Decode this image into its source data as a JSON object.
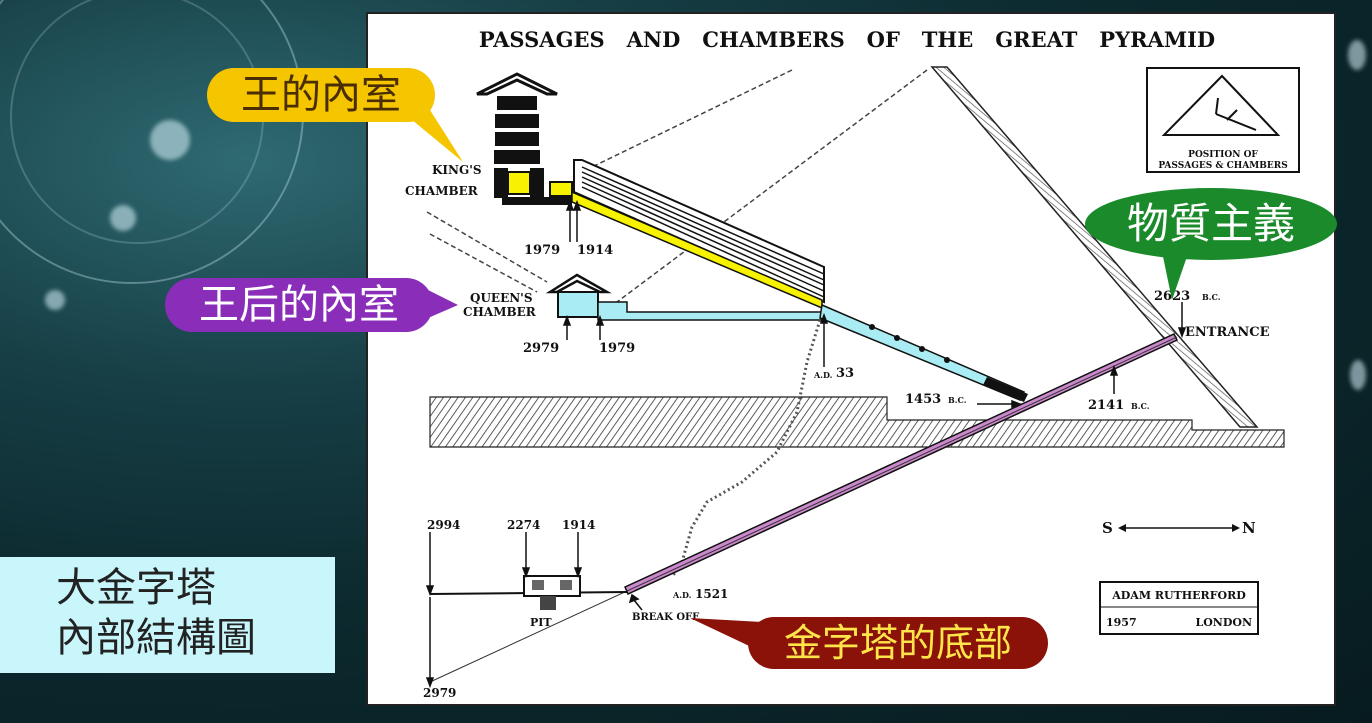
{
  "diagram": {
    "title": "PASSAGES   AND   CHAMBERS   OF   THE   GREAT   PYRAMID",
    "labels": {
      "kings_chamber_1": "KING'S",
      "kings_chamber_2": "CHAMBER",
      "queens_chamber_1": "QUEEN'S",
      "queens_chamber_2": "CHAMBER",
      "entrance": "ENTRANCE",
      "pit": "PIT",
      "break_off": "BREAK OFF",
      "inset_line1": "POSITION OF",
      "inset_line2": "PASSAGES & CHAMBERS",
      "compass_s": "S",
      "compass_n": "N"
    },
    "dates": {
      "kc_1979": "1979",
      "kc_1914": "1914",
      "qc_2979": "2979",
      "qc_1979": "1979",
      "ad33_prefix": "A.D.",
      "ad33": "33",
      "bc1453": "1453",
      "bc1453_suffix": "B.C.",
      "bc2141": "2141",
      "bc2141_suffix": "B.C.",
      "bc2623": "2623",
      "bc2623_suffix": "B.C.",
      "d2994": "2994",
      "d2274": "2274",
      "d1914": "1914",
      "d2979": "2979",
      "ad1521_prefix": "A.D.",
      "ad1521": "1521"
    },
    "credit": {
      "author": "ADAM RUTHERFORD",
      "year": "1957",
      "city": "LONDON"
    }
  },
  "callouts": {
    "kings": {
      "text": "王的內室",
      "color": "#f5c500",
      "text_color": "#4a2d00"
    },
    "queens": {
      "text": "王后的內室",
      "color": "#8a2db8",
      "text_color": "#ffffff"
    },
    "materialism": {
      "text": "物質主義",
      "color": "#1a8a2a",
      "text_color": "#ffffff"
    },
    "base": {
      "text": "金字塔的底部",
      "color": "#8a1208",
      "text_color": "#ffe54a"
    }
  },
  "title_box": {
    "line1": "大金字塔",
    "line2": "內部結構圖"
  },
  "colors": {
    "kings_highlight": "#f7f200",
    "queens_highlight": "#a9ecf3",
    "descending_passage": "#cc88cc",
    "background": "#0c2a2f"
  }
}
